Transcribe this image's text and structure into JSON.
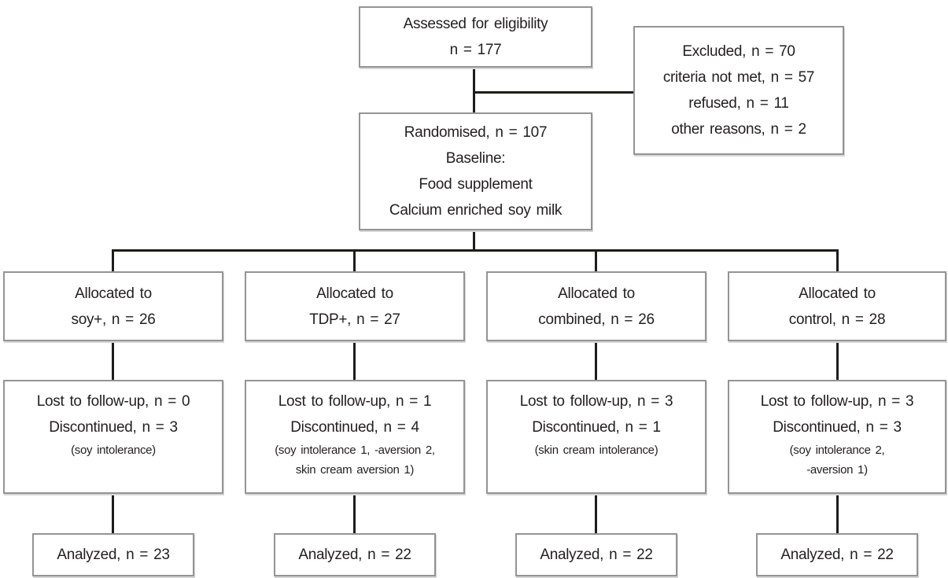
{
  "diagram_type": "consort-flow",
  "colors": {
    "line": "#1d1d1b",
    "box_border": "#949494",
    "text": "#231f20",
    "background": "#ffffff"
  },
  "top": {
    "assessed": [
      "Assessed for eligibility",
      "n = 177"
    ],
    "excluded": [
      "Excluded,  n = 70",
      "criteria not met,  n = 57",
      "refused,  n = 11",
      "other reasons, n = 2"
    ],
    "randomised": [
      "Randomised, n = 107",
      "Baseline:",
      "Food supplement",
      "Calcium enriched soy milk"
    ]
  },
  "arms": [
    {
      "allocated": [
        "Allocated to",
        "soy+,  n = 26"
      ],
      "followup": [
        "Lost  to  follow-up,  n = 0",
        "Discontinued,  n = 3"
      ],
      "followup_note": [
        "(soy intolerance)",
        ""
      ],
      "analyzed": "Analyzed,  n = 23"
    },
    {
      "allocated": [
        "Allocated to",
        "TDP+,  n = 27"
      ],
      "followup": [
        "Lost  to  follow-up,  n = 1",
        "Discontinued,  n = 4"
      ],
      "followup_note": [
        "(soy intolerance 1, -aversion 2,",
        "skin cream aversion 1)"
      ],
      "analyzed": "Analyzed,  n = 22"
    },
    {
      "allocated": [
        "Allocated to",
        "combined,  n = 26"
      ],
      "followup": [
        "Lost  to  follow-up,  n = 3",
        "Discontinued,  n = 1"
      ],
      "followup_note": [
        "(skin cream intolerance)",
        ""
      ],
      "analyzed": "Analyzed,  n = 22"
    },
    {
      "allocated": [
        "Allocated to",
        "control,  n = 28"
      ],
      "followup": [
        "Lost  to  follow-up,  n = 3",
        "Discontinued,  n = 3"
      ],
      "followup_note": [
        "(soy intolerance 2,",
        "-aversion 1)"
      ],
      "analyzed": "Analyzed,  n = 22"
    }
  ]
}
